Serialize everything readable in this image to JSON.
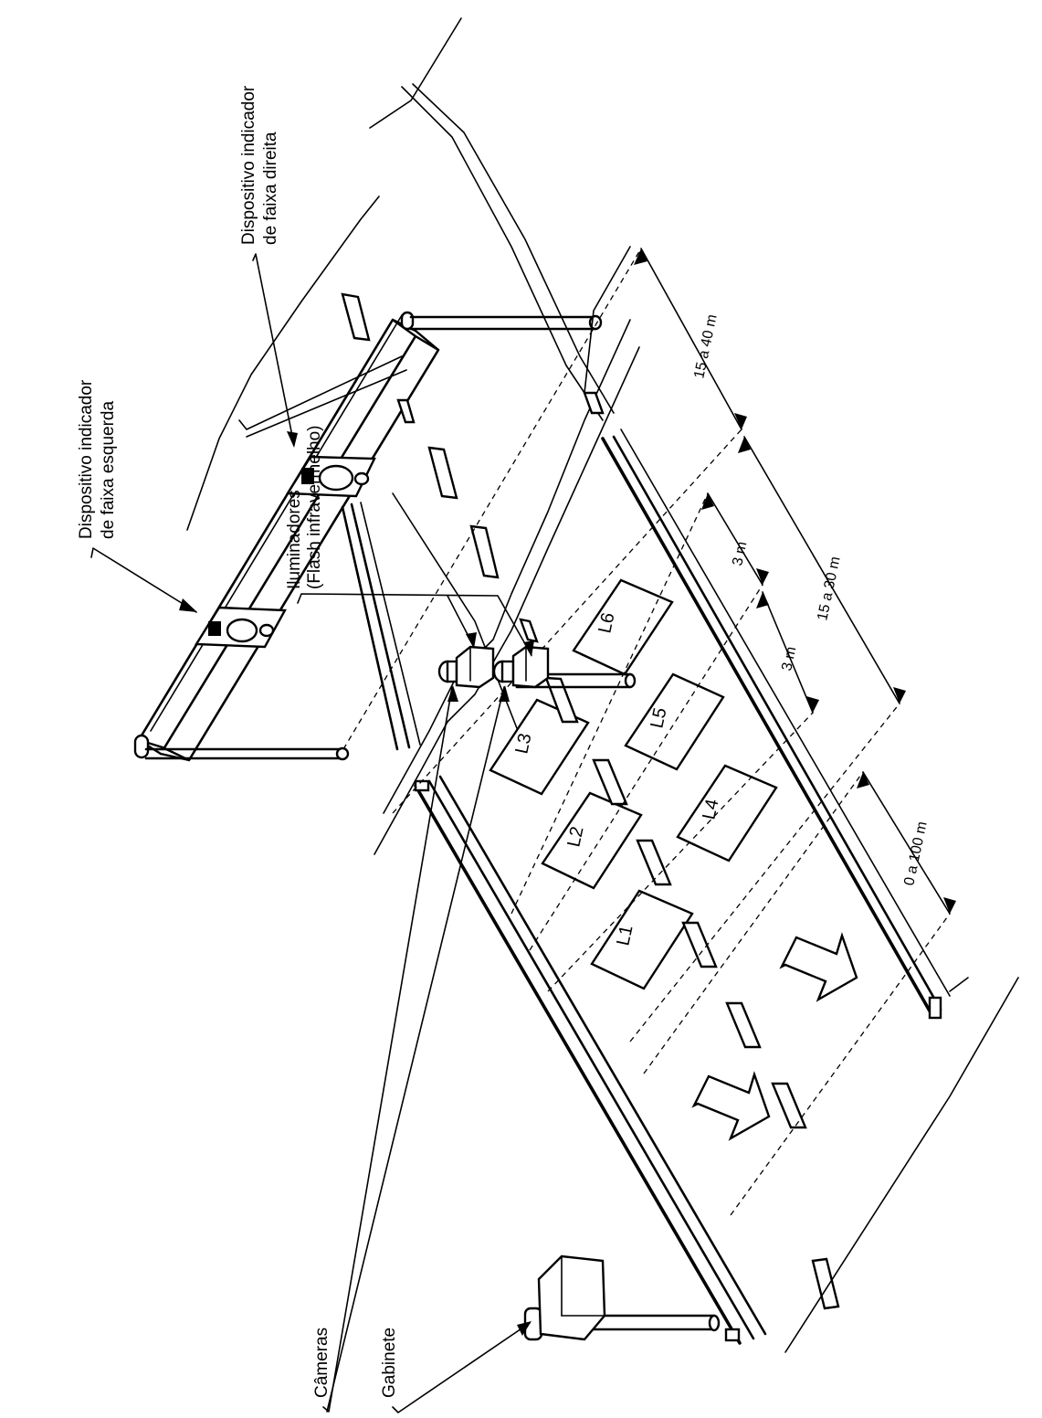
{
  "labels": {
    "left_indicator_line1": "Dispositivo indicador",
    "left_indicator_line2": "de faixa esquerda",
    "right_indicator_line1": "Dispositivo indicador",
    "right_indicator_line2": "de faixa direita",
    "illuminators_line1": "Iluminadores",
    "illuminators_line2": "(Flash infravermelho)",
    "cameras": "Câmeras",
    "cabinet": "Gabinete"
  },
  "dimensions": {
    "d1": "15 a 40 m",
    "d2": "3 m",
    "d3": "3 m",
    "d4": "15 a 30 m",
    "d5": "0 a 100 m"
  },
  "lanes": {
    "l1": "L1",
    "l2": "L2",
    "l3": "L3",
    "l4": "L4",
    "l5": "L5",
    "l6": "L6"
  }
}
